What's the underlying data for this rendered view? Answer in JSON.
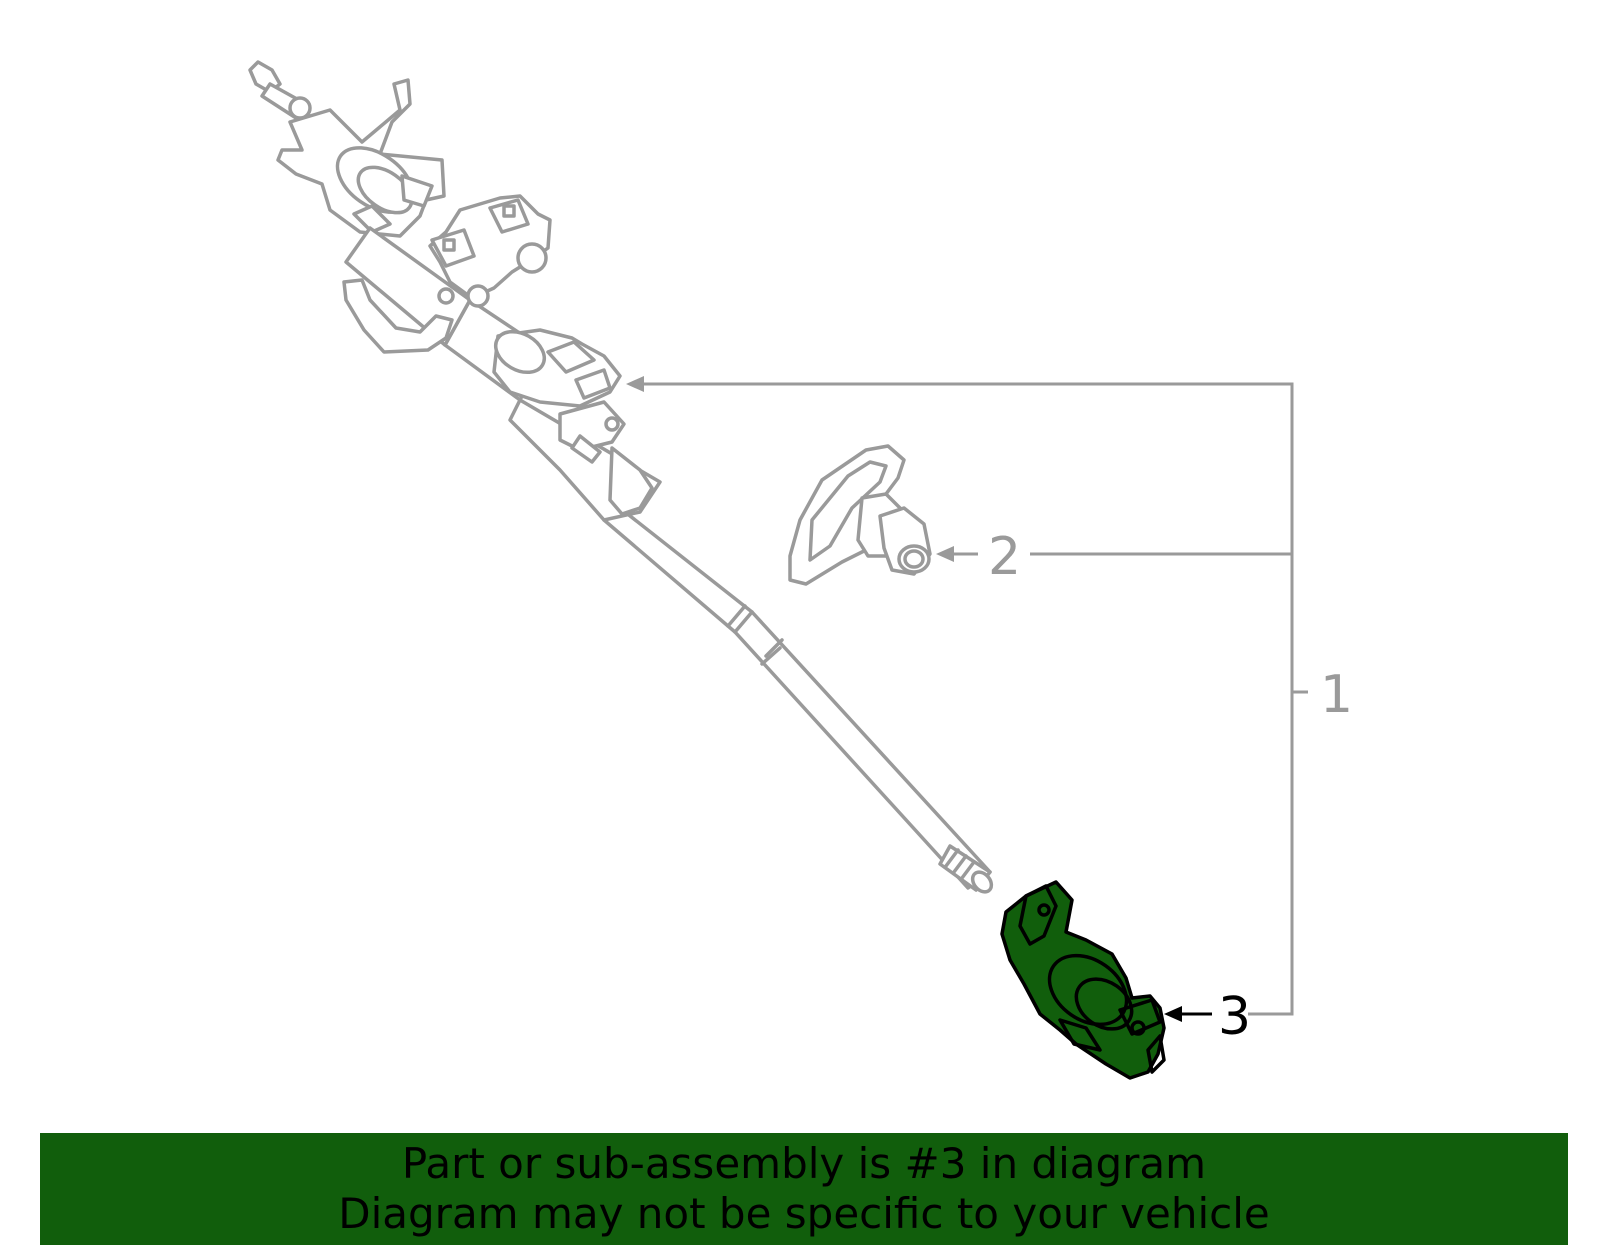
{
  "callouts": {
    "one": "1",
    "two": "2",
    "three": "3"
  },
  "banner": {
    "line1": "Part or sub-assembly is #3 in diagram",
    "line2": "Diagram may not be specific to your vehicle"
  },
  "colors": {
    "banner_bg": "#115e0c",
    "highlight_part": "#115e0c",
    "line_gray": "#9a9a9a"
  }
}
